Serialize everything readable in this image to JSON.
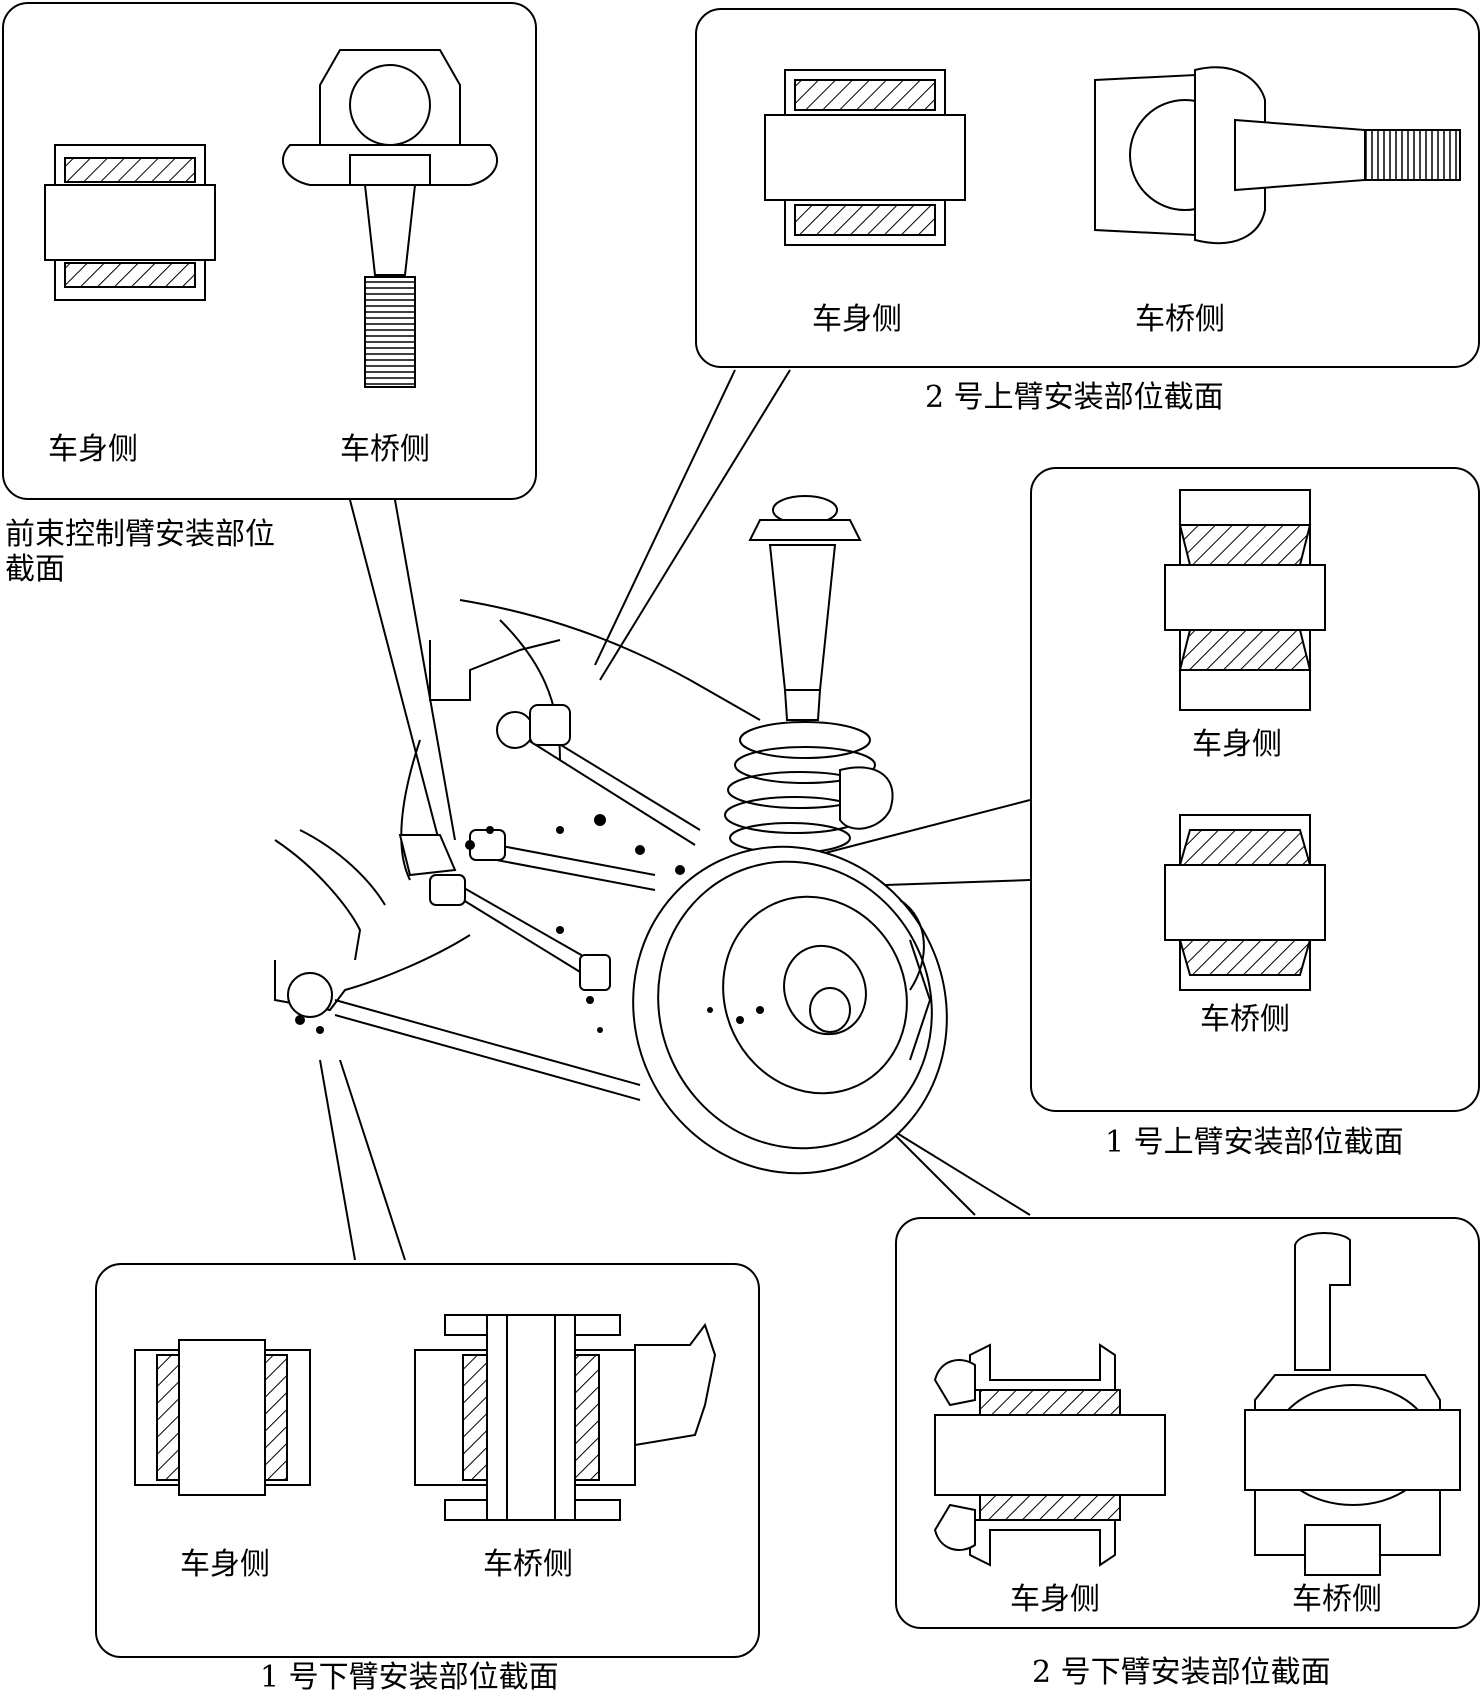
{
  "panels": {
    "toe_control": {
      "caption_line1": "前束控制臂安装部位",
      "caption_line2": "截面",
      "body_side": "车身侧",
      "axle_side": "车桥侧"
    },
    "upper_arm_2": {
      "caption": "2 号上臂安装部位截面",
      "body_side": "车身侧",
      "axle_side": "车桥侧"
    },
    "upper_arm_1": {
      "caption": "1 号上臂安装部位截面",
      "body_side": "车身侧",
      "axle_side": "车桥侧"
    },
    "lower_arm_1": {
      "caption": "1 号下臂安装部位截面",
      "body_side": "车身侧",
      "axle_side": "车桥侧"
    },
    "lower_arm_2": {
      "caption": "2 号下臂安装部位截面",
      "body_side": "车身侧",
      "axle_side": "车桥侧"
    }
  }
}
